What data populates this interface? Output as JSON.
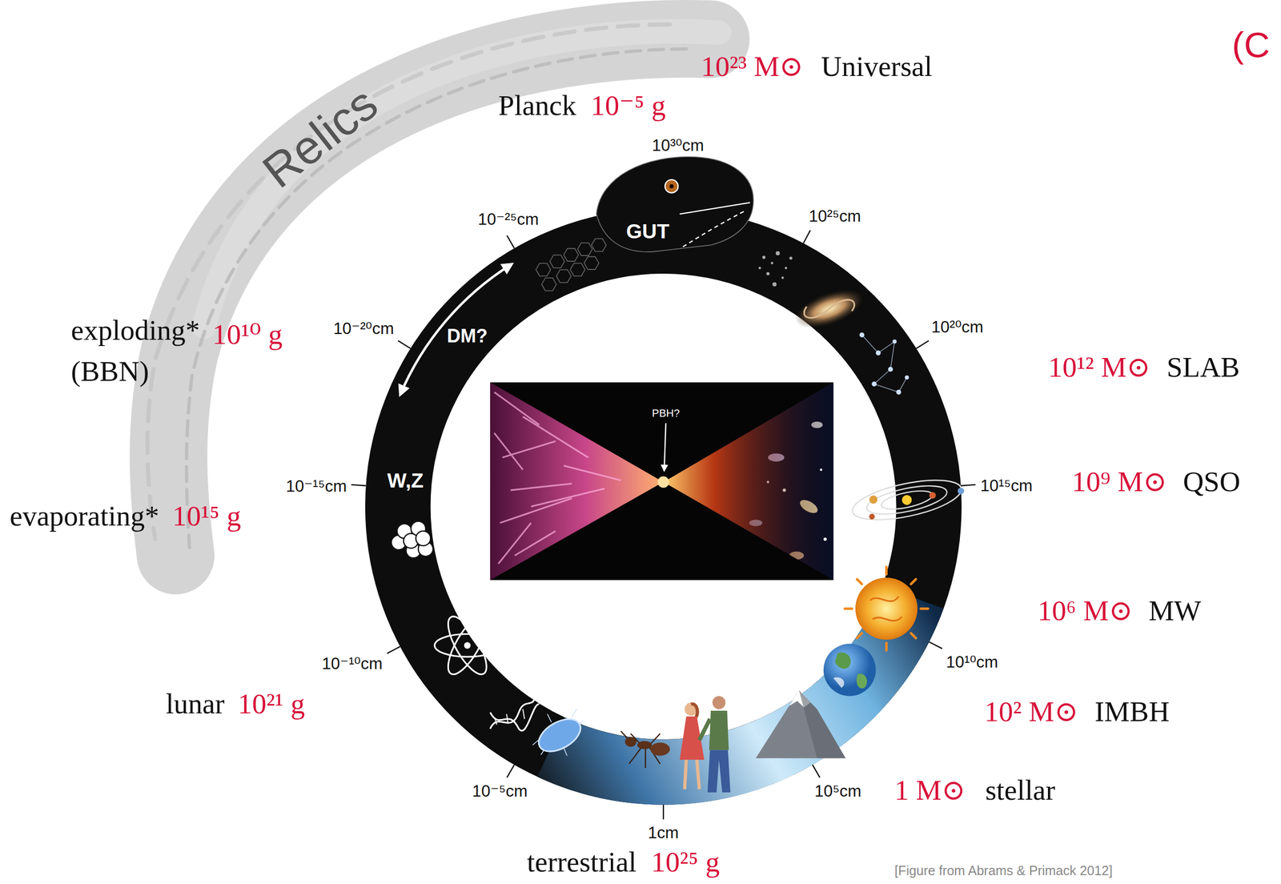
{
  "diagram": {
    "labels": [
      "(C",
      "10²³ M⊙",
      "Universal",
      "Relics",
      "Planck",
      "10⁻⁵ g",
      "10³⁰cm",
      "10⁻²⁵cm",
      "GUT",
      "10²⁵cm",
      "exploding*",
      "10¹⁰ g",
      "(BBN)",
      "10⁻²⁰cm",
      "DM?",
      "10²⁰cm",
      "10¹² M⊙",
      "SLAB",
      "PBH?",
      "W,Z",
      "10⁻¹⁵cm",
      "evaporating*",
      "10¹⁵ g",
      "10¹⁵cm",
      "10⁹ M⊙",
      "QSO",
      "10⁶ M⊙",
      "MW",
      "10⁻¹⁰cm",
      "10¹⁰cm",
      "lunar",
      "10²¹ g",
      "10² M⊙",
      "IMBH",
      "10⁻⁵cm",
      "10⁵cm",
      "1cm",
      "1 M⊙",
      "stellar",
      "terrestrial",
      "10²⁵ g",
      "[Figure from Abrams & Primack 2012]"
    ]
  }
}
